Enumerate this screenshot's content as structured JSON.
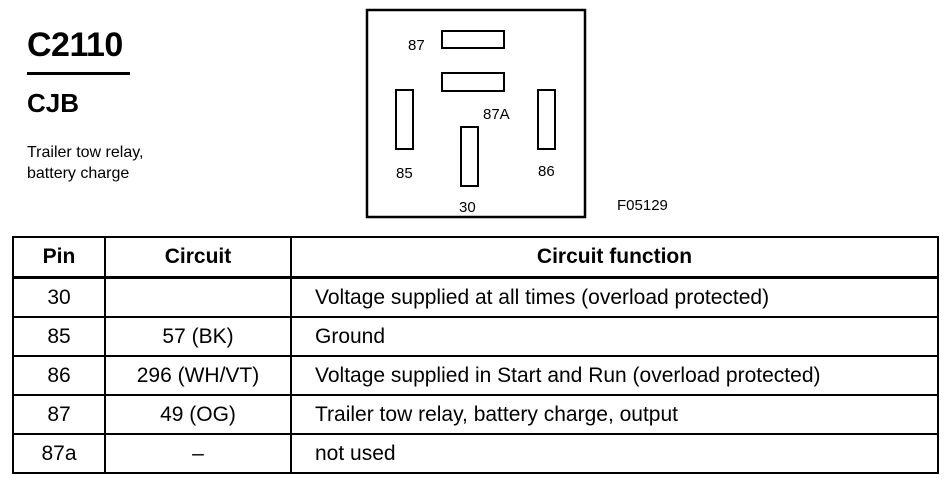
{
  "connector": {
    "id": "C2110",
    "module": "CJB",
    "description_lines": [
      "Trailer tow relay,",
      "battery charge"
    ]
  },
  "diagram": {
    "terminal_labels": {
      "t87": "87",
      "t87a": "87A",
      "t85": "85",
      "t86": "86",
      "t30": "30"
    },
    "figure_code": "F05129"
  },
  "table": {
    "headers": {
      "pin": "Pin",
      "circuit": "Circuit",
      "function": "Circuit function"
    },
    "rows": [
      {
        "pin": "30",
        "circuit": "",
        "function": "Voltage supplied at all times (overload protected)"
      },
      {
        "pin": "85",
        "circuit": "57 (BK)",
        "function": "Ground"
      },
      {
        "pin": "86",
        "circuit": "296 (WH/VT)",
        "function": "Voltage supplied in Start and Run (overload protected)"
      },
      {
        "pin": "87",
        "circuit": "49 (OG)",
        "function": "Trailer tow relay, battery charge, output"
      },
      {
        "pin": "87a",
        "circuit": "–",
        "function": "not used"
      }
    ]
  }
}
